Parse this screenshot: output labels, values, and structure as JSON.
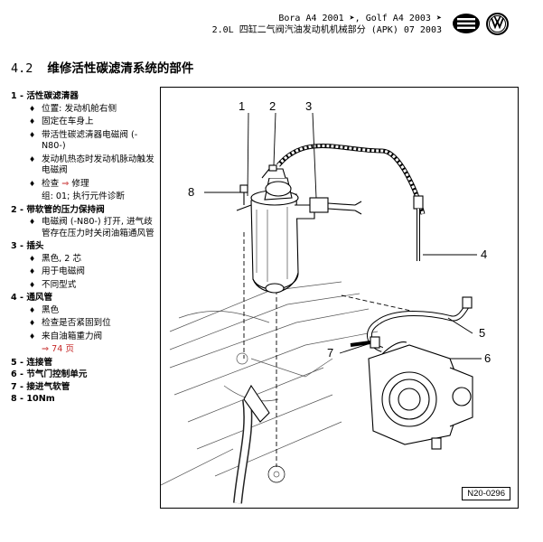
{
  "header": {
    "line1": "Bora A4 2001 ➤, Golf A4 2003 ➤",
    "line2": "2.0L 四缸二气阀汽油发动机机械部分 (APK) 07 2003"
  },
  "section": {
    "number": "4.2",
    "title": "维修活性碳滤清系统的部件"
  },
  "legend": [
    {
      "head": "1 - 活性碳滤清器",
      "bullets": [
        "位置: 发动机舱右侧",
        "固定在车身上",
        "带活性碳滤清器电磁阀 (-N80-)",
        "发动机热态时发动机脉动触发电磁阀"
      ],
      "check_label": "检查",
      "check_target": "修理",
      "note": "组: 01; 执行元件诊断"
    },
    {
      "head": "2 - 带软管的压力保持阀",
      "bullets": [
        "电磁阀 (-N80-) 打开, 进气歧管存在压力时关闭油箱通风管"
      ]
    },
    {
      "head": "3 - 插头",
      "bullets": [
        "黑色, 2 芯",
        "用于电磁阀",
        "不同型式"
      ]
    },
    {
      "head": "4 - 通风管",
      "bullets": [
        "黑色",
        "检查是否紧固到位",
        "来自油箱重力阀"
      ],
      "page_ref": "⇒ 74 页"
    },
    {
      "head": "5 - 连接管"
    },
    {
      "head": "6 - 节气门控制单元"
    },
    {
      "head": "7 - 接进气软管"
    },
    {
      "head": "8 - 10Nm"
    }
  ],
  "diagram": {
    "callouts": [
      "1",
      "2",
      "3",
      "4",
      "5",
      "6",
      "7",
      "8"
    ],
    "code": "N20-0296"
  }
}
